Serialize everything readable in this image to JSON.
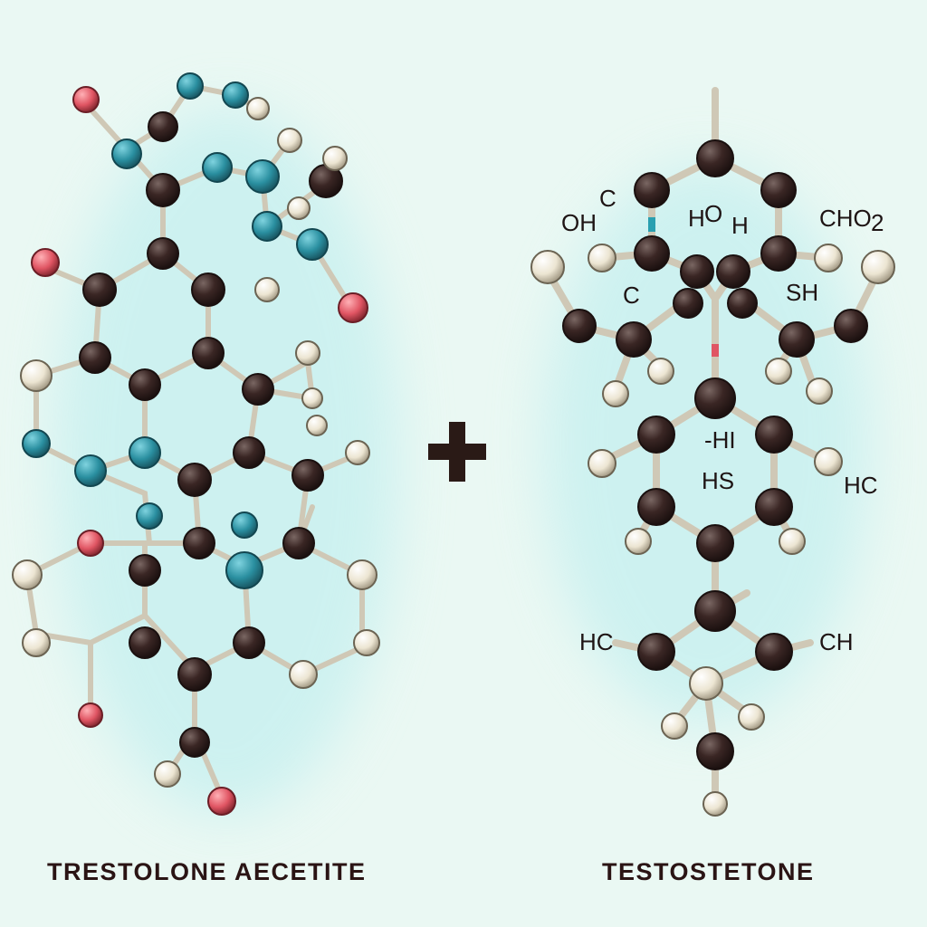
{
  "figure": {
    "operator_symbol": "+",
    "left_molecule": {
      "name": "TRESTOLONE AECETITE",
      "atom_colors": {
        "carbon": "#2e1d1b",
        "hydrogen": "#efe9d8",
        "nitrogen": "#2a8fa0",
        "oxygen": "#e05563"
      }
    },
    "right_molecule": {
      "name": "TESTOSTETONE",
      "labels": [
        "OH C",
        "H O H",
        "CHO2",
        "C",
        "SH",
        "-HI",
        "HS",
        "HC",
        "HC",
        "CH"
      ]
    },
    "colors": {
      "background": "#eaf8f3",
      "wash": "#b9ecec",
      "bond": "#3a2a26",
      "text": "#2a1414"
    }
  }
}
